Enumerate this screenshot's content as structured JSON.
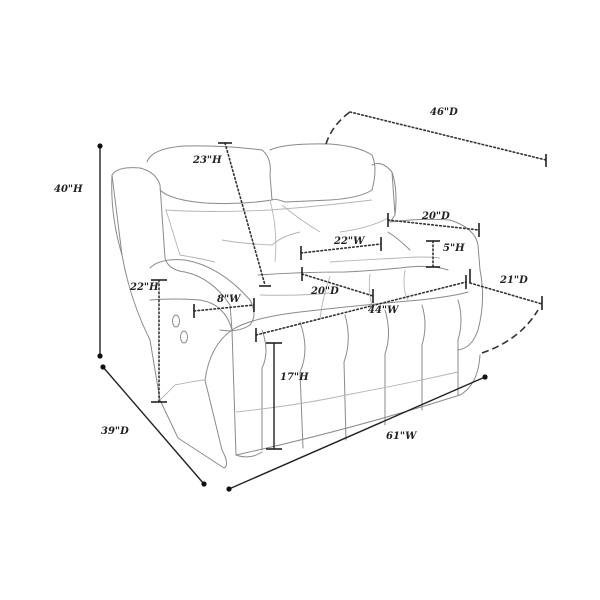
{
  "dimensions": {
    "overall_height": "40\"H",
    "overall_depth": "39\"D",
    "overall_width": "61\"W",
    "reclined_depth": "46\"D",
    "back_height": "23\"H",
    "seat_width": "22\"W",
    "seat_depth_top": "20\"D",
    "cushion_height": "5\"H",
    "footrest_depth": "21\"D",
    "arm_height": "22\"H",
    "arm_width": "8\"W",
    "seat_depth": "20\"D",
    "inner_width": "44\"W",
    "seat_height": "17\"H"
  }
}
